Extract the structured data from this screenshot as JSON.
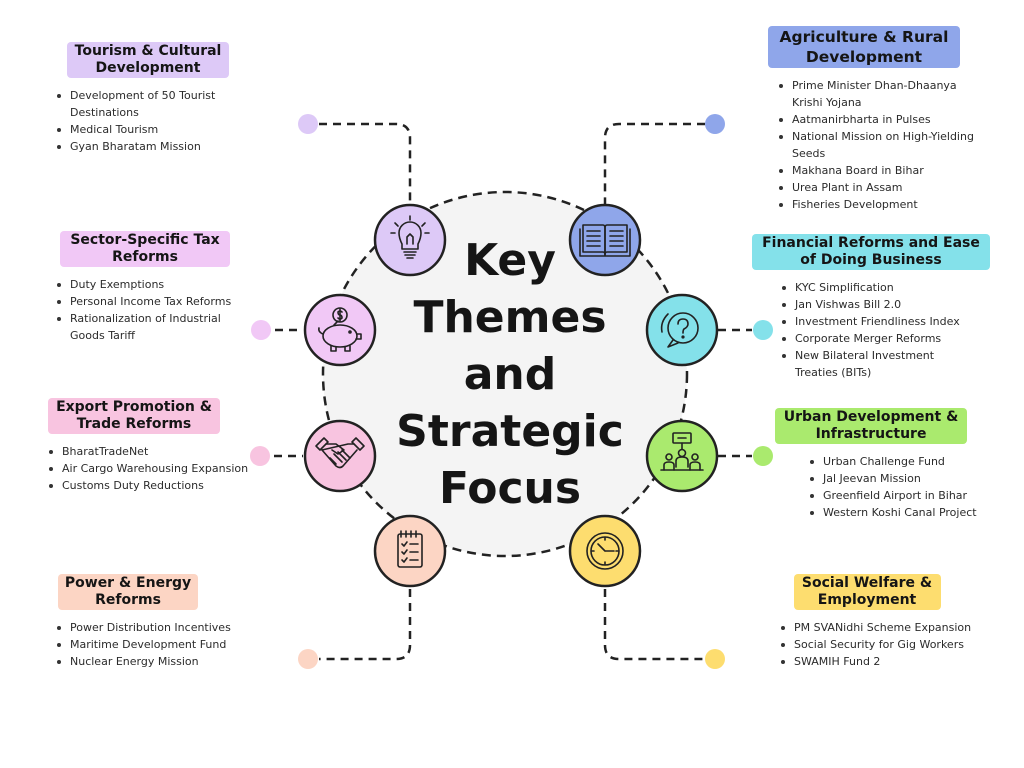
{
  "center": {
    "lines": [
      "Key",
      "Themes",
      "and",
      "Strategic",
      "Focus"
    ]
  },
  "themes": [
    {
      "title": "Tourism & Cultural Development",
      "icon": "lightbulb-icon",
      "color": "#ddc9f7",
      "items": [
        "Development of 50 Tourist Destinations",
        "Medical Tourism",
        "Gyan Bharatam Mission"
      ]
    },
    {
      "title": "Sector-Specific Tax Reforms",
      "icon": "piggy-bank-icon",
      "color": "#f1c8f6",
      "items": [
        "Duty Exemptions",
        "Personal Income Tax Reforms",
        "Rationalization of Industrial Goods Tariff"
      ]
    },
    {
      "title": "Export Promotion & Trade Reforms",
      "icon": "handshake-icon",
      "color": "#f8c4e0",
      "items": [
        "BharatTradeNet",
        "Air Cargo Warehousing Expansion",
        "Customs Duty Reductions"
      ]
    },
    {
      "title": "Power & Energy Reforms",
      "icon": "checklist-icon",
      "color": "#fcd5c4",
      "items": [
        "Power Distribution Incentives",
        "Maritime Development Fund",
        "Nuclear Energy Mission"
      ]
    },
    {
      "title": "Agriculture & Rural Development",
      "icon": "book-icon",
      "color": "#8fa6ea",
      "items": [
        "Prime Minister Dhan-Dhaanya Krishi Yojana",
        "Aatmanirbharta in Pulses",
        "National Mission on High-Yielding Seeds",
        "Makhana Board in Bihar",
        "Urea Plant in Assam",
        "Fisheries Development"
      ]
    },
    {
      "title": "Financial Reforms and Ease of Doing Business",
      "icon": "question-bubble-icon",
      "color": "#84e1ea",
      "items": [
        "KYC Simplification",
        "Jan Vishwas Bill 2.0",
        "Investment Friendliness Index",
        "Corporate Merger Reforms",
        "New Bilateral Investment Treaties (BITs)"
      ]
    },
    {
      "title": "Urban Development & Infrastructure",
      "icon": "team-meeting-icon",
      "color": "#aaea6e",
      "items": [
        "Urban Challenge Fund",
        "Jal Jeevan Mission",
        "Greenfield Airport in Bihar",
        "Western Koshi Canal Project"
      ]
    },
    {
      "title": "Social Welfare & Employment",
      "icon": "clock-icon",
      "color": "#fddd6f",
      "items": [
        "PM SVANidhi Scheme Expansion",
        "Social Security for Gig Workers",
        "SWAMIH Fund 2"
      ]
    }
  ]
}
